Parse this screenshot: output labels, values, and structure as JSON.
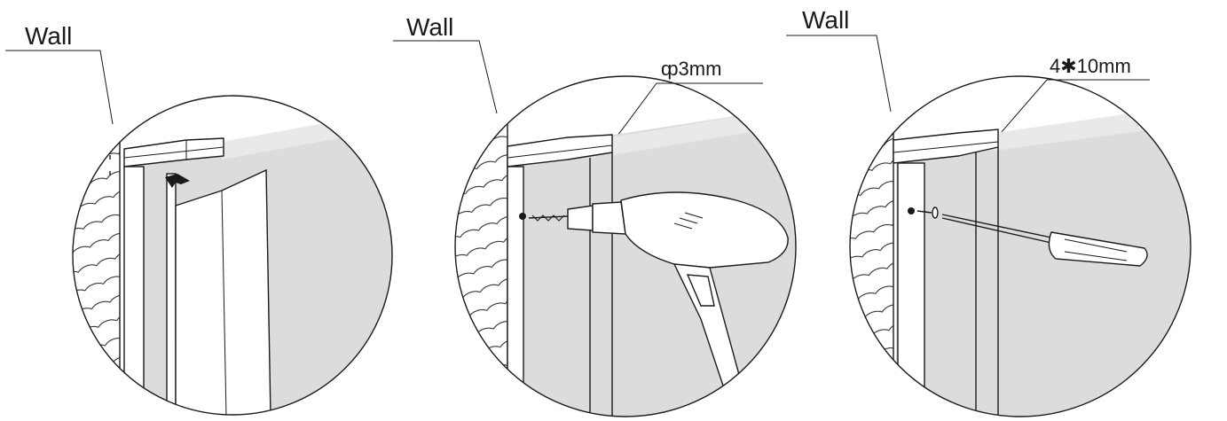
{
  "panels": [
    {
      "id": "step-1",
      "wall_label": "Wall"
    },
    {
      "id": "step-2",
      "wall_label": "Wall",
      "spec_label": "ȹ3mm"
    },
    {
      "id": "step-3",
      "wall_label": "Wall",
      "spec_label": "4✱10mm"
    }
  ],
  "colors": {
    "line": "#1a1a1a",
    "glass": "#dcdcdc",
    "background": "#ffffff"
  },
  "icons": [
    "drill-icon",
    "screwdriver-icon",
    "screw-icon",
    "arrow-icon"
  ]
}
